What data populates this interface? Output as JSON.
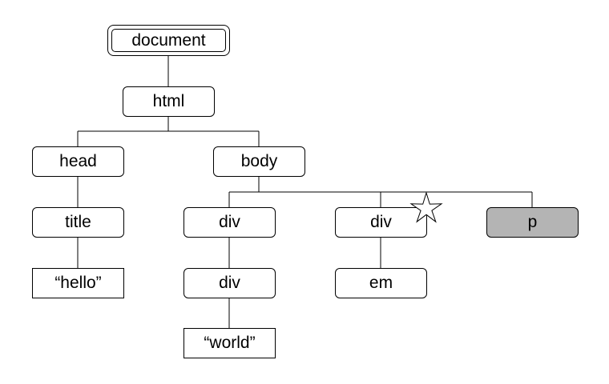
{
  "nodes": {
    "document": "document",
    "html": "html",
    "head": "head",
    "body": "body",
    "title": "title",
    "hello": "“hello”",
    "div_a": "div",
    "div_b": "div",
    "div_c": "div",
    "p": "p",
    "em": "em",
    "world": "“world”"
  },
  "colors": {
    "stroke": "#000000",
    "highlight_fill": "#b4b4b4"
  }
}
